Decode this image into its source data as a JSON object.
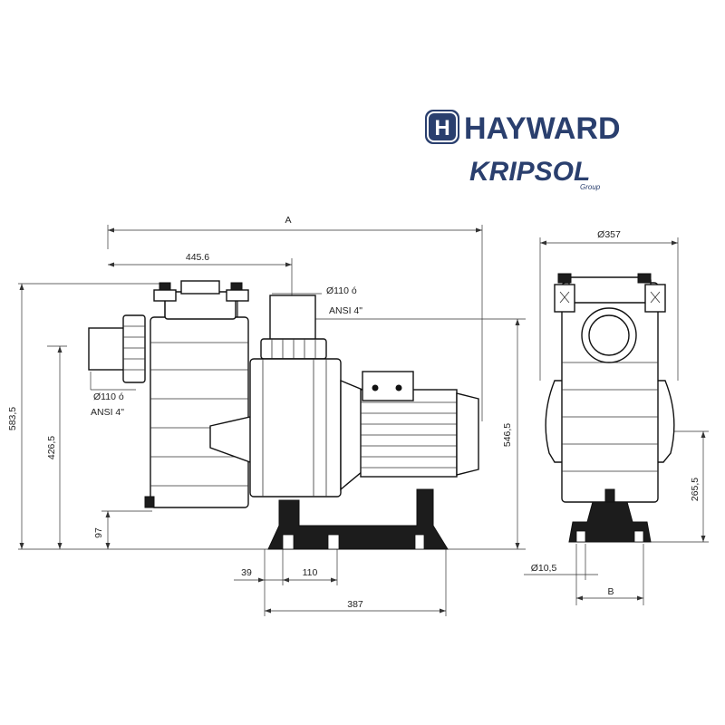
{
  "brand": {
    "primary": "HAYWARD",
    "primary_mark": "H",
    "secondary": "KRIPSOL",
    "secondary_sub": "Group",
    "color": "#2a3f6e"
  },
  "dimensions": {
    "overall_length": "A",
    "strainer_to_outlet": "445.6",
    "outlet_diameter": "Ø110 ó",
    "outlet_standard": "ANSI 4\"",
    "inlet_diameter": "Ø110 ó",
    "inlet_standard": "ANSI 4\"",
    "total_height": "583,5",
    "inlet_height": "426,5",
    "drain_height": "97",
    "outlet_height": "546,5",
    "base_offset": "39",
    "base_foot_spacing": "110",
    "base_length": "387",
    "front_width": "Ø357",
    "front_shaft_height": "265,5",
    "bolt_hole": "Ø10,5",
    "base_width": "B"
  }
}
